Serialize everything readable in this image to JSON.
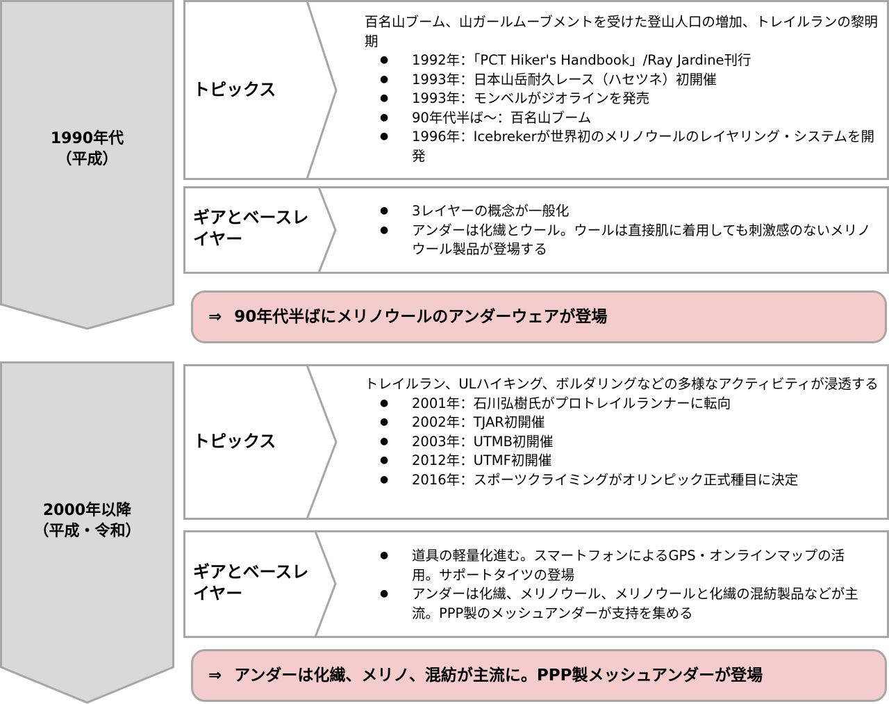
{
  "eras": [
    {
      "label_line1": "1990年代",
      "label_line2": "（平成）",
      "topics": {
        "heading": "トピックス",
        "intro": "百名山ブーム、山ガールムーブメントを受けた登山人口の増加、トレイルランの黎明期",
        "items": [
          "1992年：「PCT Hiker's Handbook」/Ray Jardine刊行",
          "1993年：日本山岳耐久レース（ハセツネ）初開催",
          "1993年：モンベルがジオラインを発売",
          "90年代半ば～：百名山ブーム",
          "1996年：Icebrekerが世界初のメリノウールのレイヤリング・システムを開発"
        ]
      },
      "gear": {
        "heading_line1": "ギアとベースレ",
        "heading_line2": "イヤー",
        "items": [
          "3レイヤーの概念が一般化",
          "アンダーは化繊とウール。ウールは直接肌に着用しても刺激感のないメリノウール製品が登場する"
        ]
      },
      "summary_arrow": "⇒",
      "summary": "90年代半ばにメリノウールのアンダーウェアが登場"
    },
    {
      "label_line1": "2000年以降",
      "label_line2": "（平成・令和）",
      "topics": {
        "heading": "トピックス",
        "intro": "トレイルラン、ULハイキング、ボルダリングなどの多様なアクティビティが浸透する",
        "items": [
          "2001年：石川弘樹氏がプロトレイルランナーに転向",
          "2002年：TJAR初開催",
          "2003年：UTMB初開催",
          "2012年：UTMF初開催",
          "2016年：スポーツクライミングがオリンピック正式種目に決定"
        ]
      },
      "gear": {
        "heading_line1": "ギアとベースレ",
        "heading_line2": "イヤー",
        "items": [
          "道具の軽量化進む。スマートフォンによるGPS・オンラインマップの活用。サポートタイツの登場",
          "アンダーは化繊、メリノウール、メリノウールと化繊の混紡製品などが主流。PPP製のメッシュアンダーが支持を集める"
        ]
      },
      "summary_arrow": "⇒",
      "summary": "アンダーは化繊、メリノ、混紡が主流に。PPP製メッシュアンダーが登場"
    }
  ],
  "bullet_glyph": "●",
  "colors": {
    "era_fill": "#d9d9d9",
    "border": "#a6a6a6",
    "summary_fill": "#f4cccc"
  }
}
